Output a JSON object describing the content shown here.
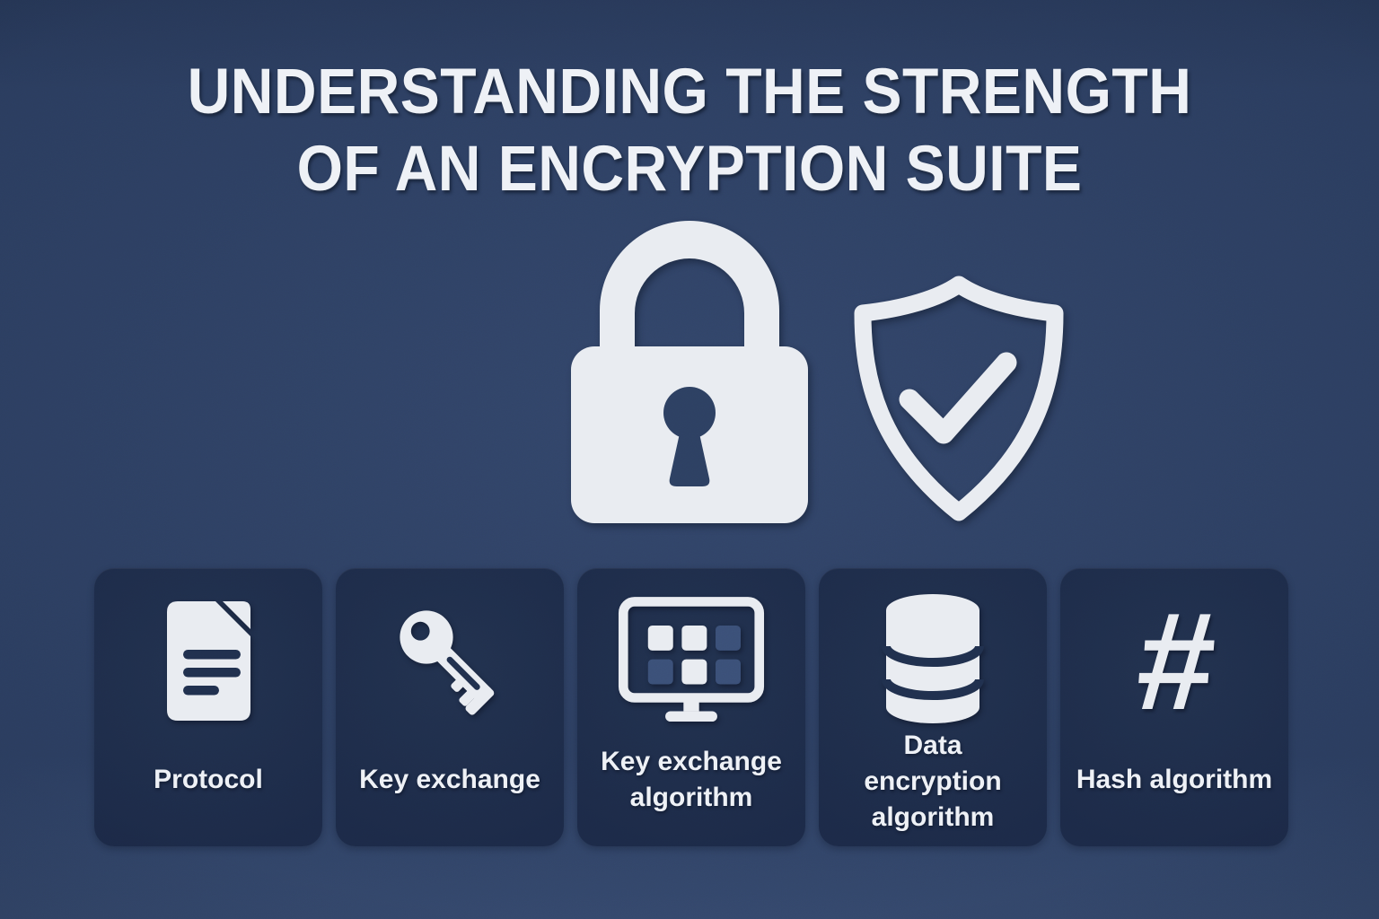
{
  "title": {
    "line1": "UNDERSTANDING THE STRENGTH",
    "line2": "OF AN ENCRYPTION SUITE"
  },
  "hero": {
    "lock_icon": "padlock-with-keyhole",
    "shield_icon": "shield-with-checkmark"
  },
  "cards": [
    {
      "id": "protocol",
      "label": "Protocol",
      "icon": "document-icon"
    },
    {
      "id": "key-exchange",
      "label": "Key exchange",
      "icon": "key-icon"
    },
    {
      "id": "key-exchange-algorithm",
      "label": "Key exchange algorithm",
      "icon": "monitor-grid-icon"
    },
    {
      "id": "data-encryption-algorithm",
      "label": "Data encryption algorithm",
      "icon": "database-icon"
    },
    {
      "id": "hash-algorithm",
      "label": "Hash algorithm",
      "icon": "hash-icon",
      "glyph": "#"
    }
  ],
  "colors": {
    "bg_center": "#33466b",
    "bg_mid": "#2a3c5e",
    "bg_edge": "#223350",
    "card_bg": "#1c2a48",
    "card_bg_light": "#22324f",
    "icon_white": "#e9ecf1",
    "text_white": "#eef1f6",
    "dim_square": "#3b5078",
    "keyhole": "#2d4062",
    "slit": "#20304e"
  }
}
